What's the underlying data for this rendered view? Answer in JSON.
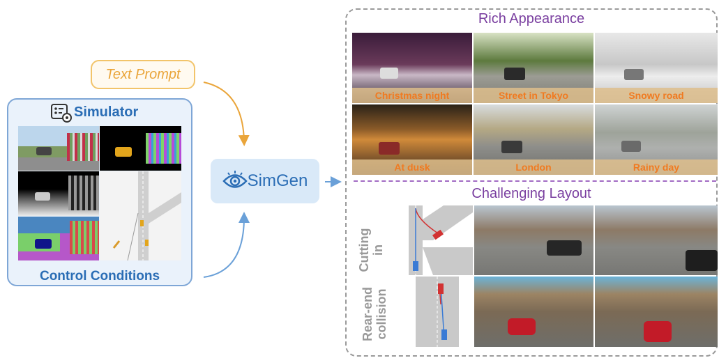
{
  "left": {
    "simulator_label": "Simulator",
    "control_label": "Control Conditions",
    "prompt_label": "Text Prompt"
  },
  "center": {
    "model_label": "SimGen"
  },
  "right": {
    "appearance_title": "Rich Appearance",
    "appearance_tiles": [
      {
        "caption": "Christmas night"
      },
      {
        "caption": "Street in Tokyo"
      },
      {
        "caption": "Snowy road"
      },
      {
        "caption": "At dusk"
      },
      {
        "caption": "London"
      },
      {
        "caption": "Rainy day"
      }
    ],
    "layout_title": "Challenging Layout",
    "layout_rows": [
      {
        "label_line1": "Cutting",
        "label_line2": "in"
      },
      {
        "label_line1": "Rear-end",
        "label_line2": "collision"
      }
    ]
  },
  "colors": {
    "simulator_blue": "#2a6db5",
    "prompt_orange": "#eaa53a",
    "purple": "#7a3fa0",
    "caption_orange": "#f07a20"
  }
}
